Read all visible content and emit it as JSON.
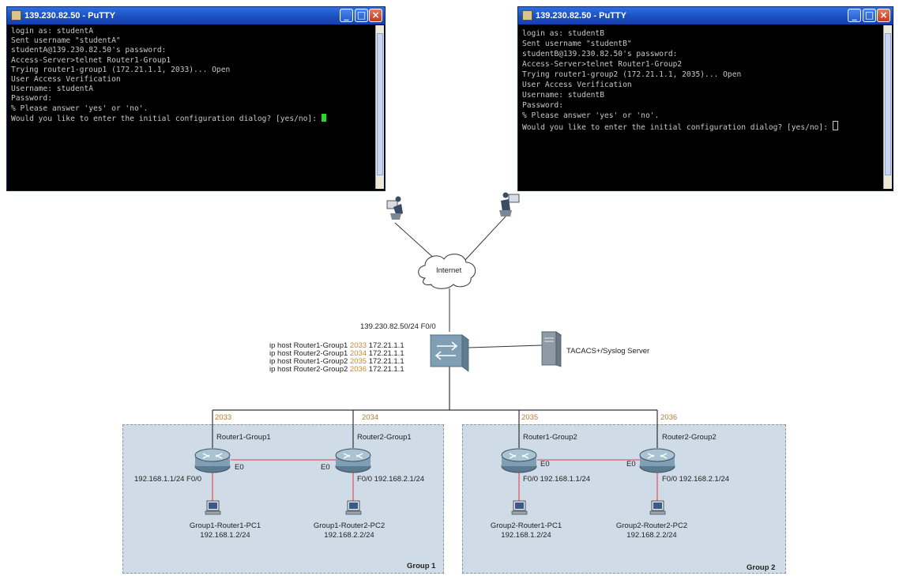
{
  "putty_windows": [
    {
      "title": "139.230.82.50 - PuTTY",
      "lines": [
        "login as: studentA",
        "Sent username \"studentA\"",
        "studentA@139.230.82.50's password:",
        "",
        "Access-Server>telnet Router1-Group1",
        "Trying router1-group1 (172.21.1.1, 2033)... Open",
        "",
        "",
        "User Access Verification",
        "",
        "Username: studentA",
        "Password:",
        "",
        "% Please answer 'yes' or 'no'."
      ],
      "prompt": "Would you like to enter the initial configuration dialog? [yes/no]: "
    },
    {
      "title": "139.230.82.50 - PuTTY",
      "lines": [
        "login as: studentB",
        "Sent username \"studentB\"",
        "studentB@139.230.82.50's password:",
        "",
        "Access-Server>telnet Router1-Group2",
        "Trying router1-group2 (172.21.1.1, 2035)... Open",
        "",
        "",
        "User Access Verification",
        "",
        "Username: studentB",
        "Password:",
        "",
        "% Please answer 'yes' or 'no'."
      ],
      "prompt": "Would you like to enter the initial configuration dialog? [yes/no]: "
    }
  ],
  "diagram": {
    "internet": "Internet",
    "server_interface": "139.230.82.50/24 F0/0",
    "tacacs_server": "TACACS+/Syslog Server",
    "host_entries": [
      {
        "prefix": "ip host Router1-Group1 ",
        "port": "2033",
        "ip": " 172.21.1.1"
      },
      {
        "prefix": "ip host Router2-Group1 ",
        "port": "2034",
        "ip": " 172.21.1.1"
      },
      {
        "prefix": "ip host Router1-Group2 ",
        "port": "2035",
        "ip": " 172.21.1.1"
      },
      {
        "prefix": "ip host Router2-Group2 ",
        "port": "2036",
        "ip": " 172.21.1.1"
      }
    ],
    "ports": [
      "2033",
      "2034",
      "2035",
      "2036"
    ],
    "groups": [
      {
        "label": "Group 1",
        "routers": [
          {
            "name": "Router1-Group1",
            "iface": "192.168.1.1/24 F0/0"
          },
          {
            "name": "Router2-Group1",
            "iface": "F0/0 192.168.2.1/24"
          }
        ],
        "e0_left": "E0",
        "e0_right": "E0",
        "pcs": [
          {
            "name": "Group1-Router1-PC1",
            "ip": "192.168.1.2/24"
          },
          {
            "name": "Group1-Router2-PC2",
            "ip": "192.168.2.2/24"
          }
        ]
      },
      {
        "label": "Group 2",
        "routers": [
          {
            "name": "Router1-Group2",
            "iface": "F0/0 192.168.1.1/24"
          },
          {
            "name": "Router2-Group2",
            "iface": "F0/0 192.168.2.1/24"
          }
        ],
        "e0_left": "E0",
        "e0_right": "E0",
        "pcs": [
          {
            "name": "Group2-Router1-PC1",
            "ip": "192.168.1.2/24"
          },
          {
            "name": "Group2-Router2-PC2",
            "ip": "192.168.2.2/24"
          }
        ]
      }
    ]
  },
  "colors": {
    "putty_title": "#1a4fc0",
    "terminal_bg": "#000000",
    "group_area": "#cfdbe6",
    "ethernet_link": "#e05a6a",
    "port_label": "#c9892f"
  }
}
